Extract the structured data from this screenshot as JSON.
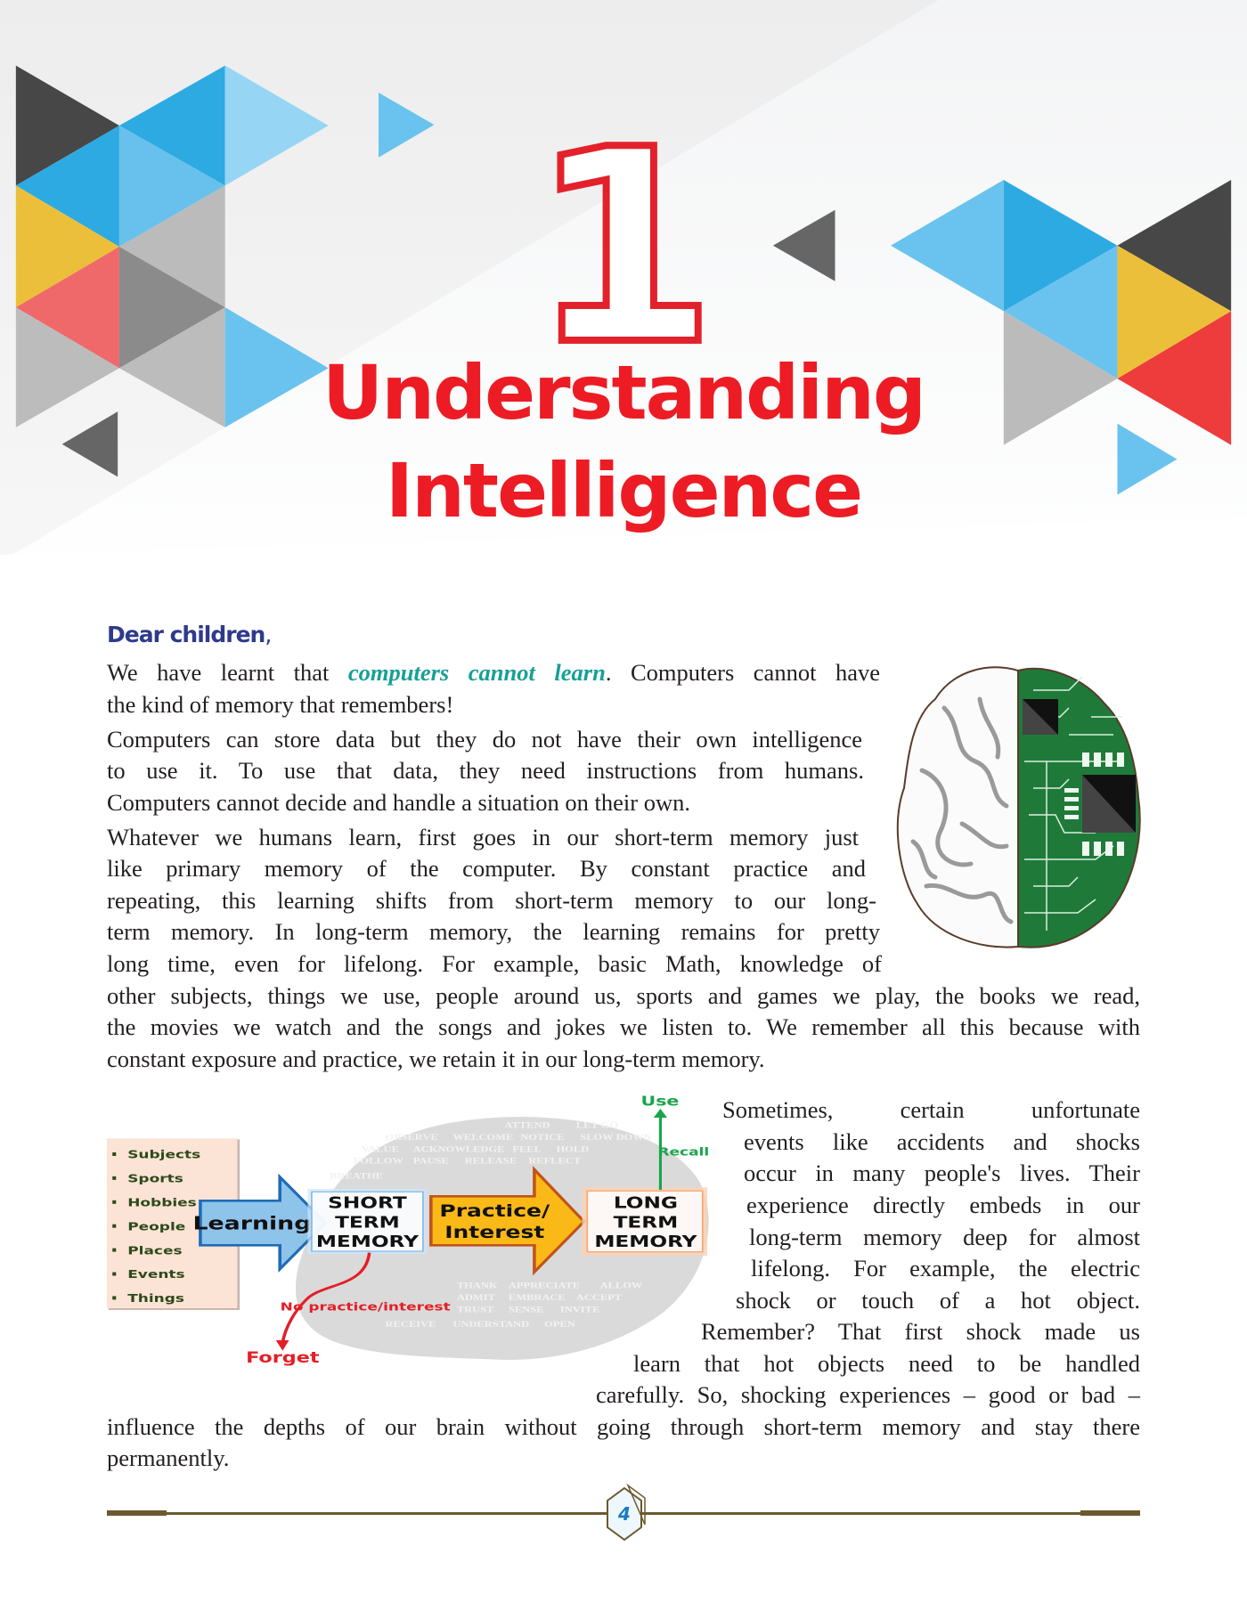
{
  "chapter": {
    "number": "1",
    "title_line1": "Understanding",
    "title_line2": "Intelligence"
  },
  "colors": {
    "title_red": "#ed1c24",
    "greeting_blue": "#2e3a8c",
    "highlight_teal": "#17a095",
    "footer_line": "#6b5a2e",
    "page_number_blue": "#1a7bc4"
  },
  "greeting": {
    "text": "Dear children",
    "comma": ","
  },
  "intro": {
    "line1_before": "We have learnt that ",
    "line1_highlight": "computers cannot learn",
    "line1_after": ". Computers cannot have",
    "line2": "the kind of memory that remembers!"
  },
  "para2": [
    "Computers can store data but they do not have their own intelligence",
    "to use it. To use that data, they need instructions from humans.",
    "Computers cannot decide and handle a situation on their own."
  ],
  "para3": [
    "Whatever we humans learn, first goes in our short-term memory just",
    "like primary memory of the computer. By constant practice and",
    "repeating, this learning shifts from short-term memory to our long-",
    "term memory. In long-term memory, the learning remains for pretty",
    "long time, even for lifelong. For example, basic Math, knowledge of",
    "other subjects, things we use, people around us, sports and games we play, the books we read,",
    "the movies we watch and the songs and jokes we listen to. We remember all this because with",
    "constant exposure and practice, we retain it in our long-term memory."
  ],
  "para4": [
    "Sometimes, certain unfortunate",
    "events like accidents and shocks",
    "occur in many people's lives. Their",
    "experience directly embeds in our",
    "long-term memory deep for almost",
    "lifelong. For example, the electric",
    "shock or touch of a hot object.",
    "Remember? That first shock made us",
    "learn that hot objects need to be handled",
    "carefully. So, shocking experiences – good or bad –",
    "influence the depths of our brain without going through short-term memory and stay there",
    "permanently."
  ],
  "diagram": {
    "list": [
      "Subjects",
      "Sports",
      "Hobbies",
      "People",
      "Places",
      "Events",
      "Things"
    ],
    "learning": "Learning",
    "short_term": [
      "SHORT",
      "TERM",
      "MEMORY"
    ],
    "practice": [
      "Practice/",
      "Interest"
    ],
    "long_term": [
      "LONG",
      "TERM",
      "MEMORY"
    ],
    "use": "Use",
    "recall": "Recall",
    "no_practice": "No practice/interest",
    "forget": "Forget",
    "cloud_words": [
      "OBSERVE",
      "WELCOME",
      "NOTICE",
      "ATTEND",
      "LET GO",
      "SLOW DOWN",
      "VALUE",
      "ACKNOWLEDGE",
      "FEEL",
      "FOLLOW",
      "HOLD",
      "PAUSE",
      "RELEASE",
      "REFLECT",
      "BREATHE",
      "THANK",
      "APPRECIATE",
      "ALLOW",
      "ADMIT",
      "EMBRACE",
      "ACCEPT",
      "TRUST",
      "SENSE",
      "INVITE",
      "RECEIVE",
      "UNDERSTAND",
      "OPEN"
    ]
  },
  "icons": {
    "header": "geometric-triangles",
    "brain": "half-brain-half-circuit-board",
    "page_badge": "hexagon-badge"
  },
  "footer": {
    "page_number": "4"
  }
}
